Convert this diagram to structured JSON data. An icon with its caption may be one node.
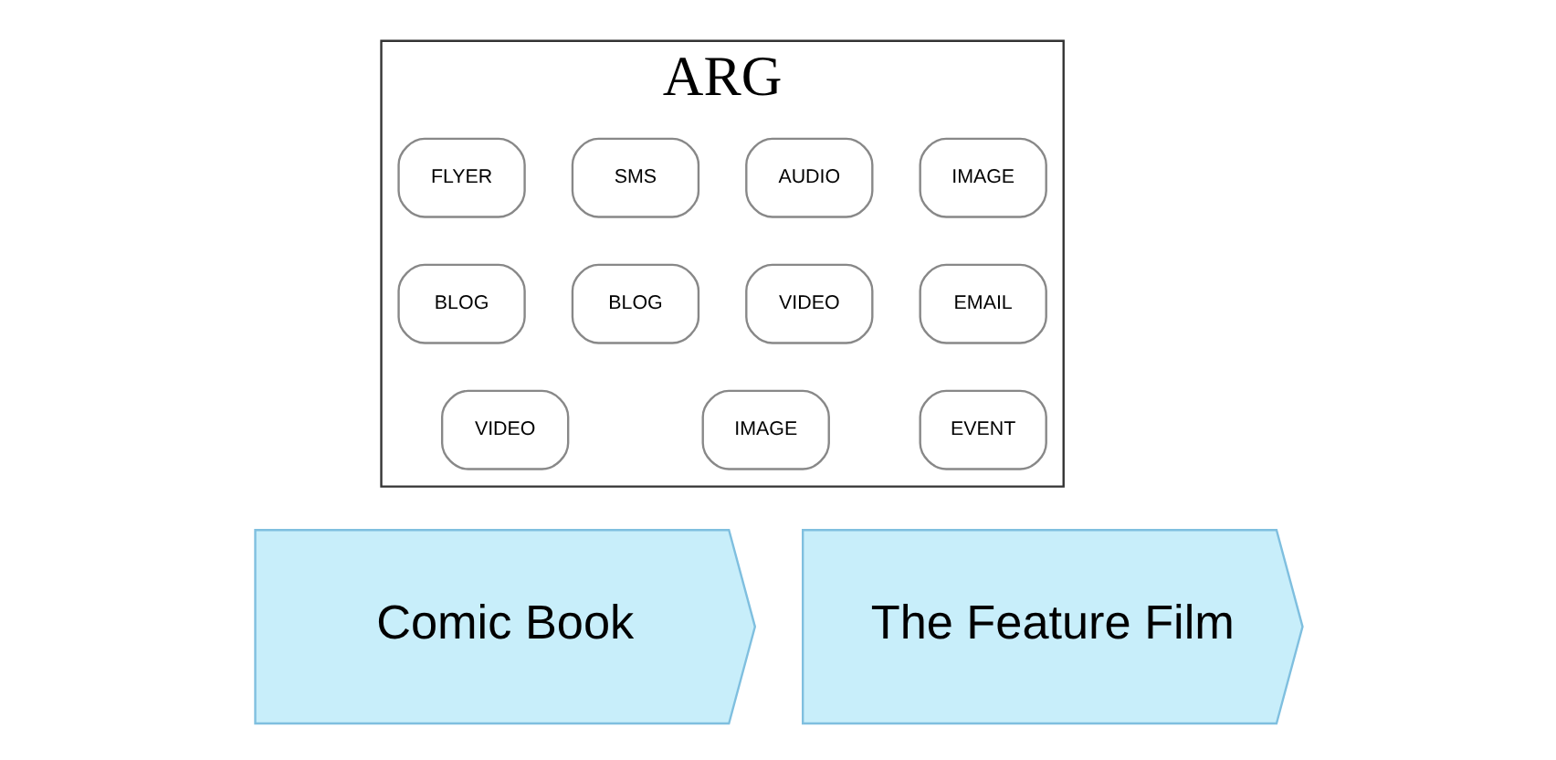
{
  "diagram": {
    "nodes": [
      {
        "text": [
          "ARG"
        ]
      },
      {
        "text": [
          "IMAGE"
        ],
        "in": 0
      },
      {
        "text": [
          "AUDIO"
        ],
        "in": 0
      },
      {
        "text": [
          "SMS"
        ],
        "in": 0
      },
      {
        "text": [
          "FLYER"
        ],
        "in": 0
      },
      {
        "text": [
          "EMAIL"
        ],
        "in": 0
      },
      {
        "text": [
          "VIDEO"
        ],
        "in": 0
      },
      {
        "text": [
          "BLOG"
        ],
        "in": 0
      },
      {
        "text": [
          "BLOG"
        ],
        "in": 0
      },
      {
        "text": [
          "EVENT"
        ],
        "in": 0
      },
      {
        "text": [
          "IMAGE"
        ],
        "in": 0
      },
      {
        "text": [
          "VIDEO"
        ],
        "in": 0
      },
      {
        "text": [
          "Comic Book"
        ]
      },
      {
        "text": [
          "The Feature Film"
        ]
      }
    ]
  }
}
